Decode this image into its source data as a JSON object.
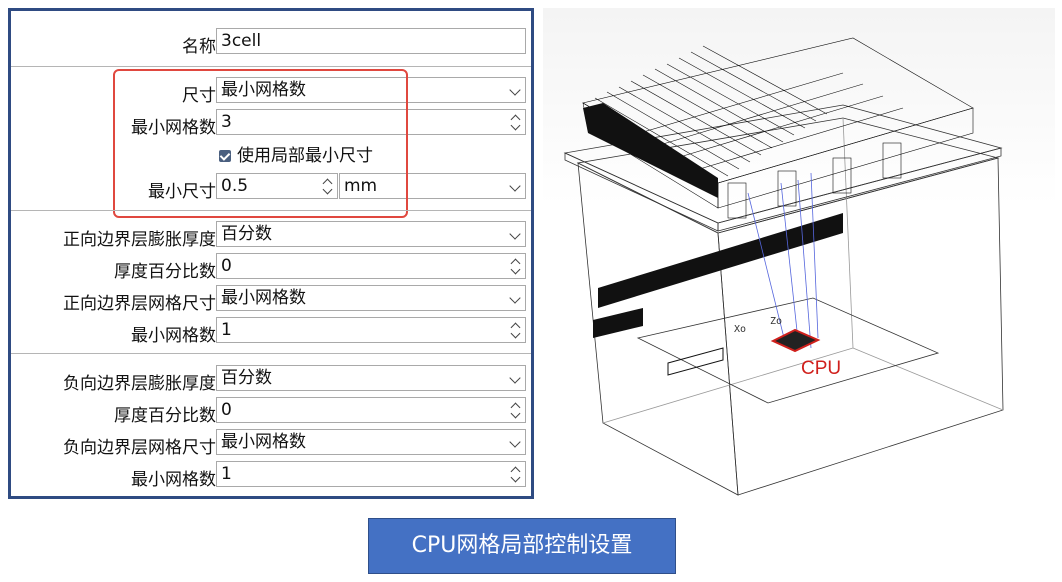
{
  "panel": {
    "name_label": "名称",
    "name_value": "3cell",
    "size_label": "尺寸",
    "size_value": "最小网格数",
    "min_cells_label": "最小网格数",
    "min_cells_value": "3",
    "use_local_min_size": "使用局部最小尺寸",
    "min_size_label": "最小尺寸",
    "min_size_value": "0.5",
    "min_size_unit": "mm",
    "pos_thickness_label": "正向边界层膨胀厚度",
    "pos_thickness_value": "百分数",
    "pos_percent_label": "厚度百分比数",
    "pos_percent_value": "0",
    "pos_mesh_size_label": "正向边界层网格尺寸",
    "pos_mesh_size_value": "最小网格数",
    "pos_min_cells_label": "最小网格数",
    "pos_min_cells_value": "1",
    "neg_thickness_label": "负向边界层膨胀厚度",
    "neg_thickness_value": "百分数",
    "neg_percent_label": "厚度百分比数",
    "neg_percent_value": "0",
    "neg_mesh_size_label": "负向边界层网格尺寸",
    "neg_mesh_size_value": "最小网格数",
    "neg_min_cells_label": "最小网格数",
    "neg_min_cells_value": "1"
  },
  "view": {
    "cpu_label": "CPU",
    "axis_x": "Xo",
    "axis_z": "Zo",
    "cpu_color": "#d0201c"
  },
  "caption": "CPU网格局部控制设置",
  "colors": {
    "accent": "#4471c4",
    "border": "#2f4b82",
    "highlight": "#e0483f"
  }
}
